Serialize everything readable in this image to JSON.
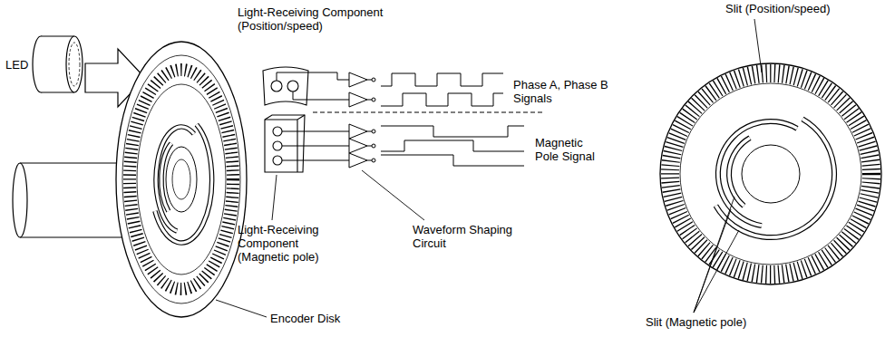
{
  "diagram": {
    "labels": [
      "LED",
      "Light-Receiving Component (Position/speed)",
      "Phase A, Phase B Signals",
      "Magnetic Pole Signal",
      "Light-Receiving Component (Magnetic pole)",
      "Waveform Shaping Circuit",
      "Encoder Disk",
      "Slit (Position/speed)",
      "Slit (Magnetic pole)"
    ]
  }
}
